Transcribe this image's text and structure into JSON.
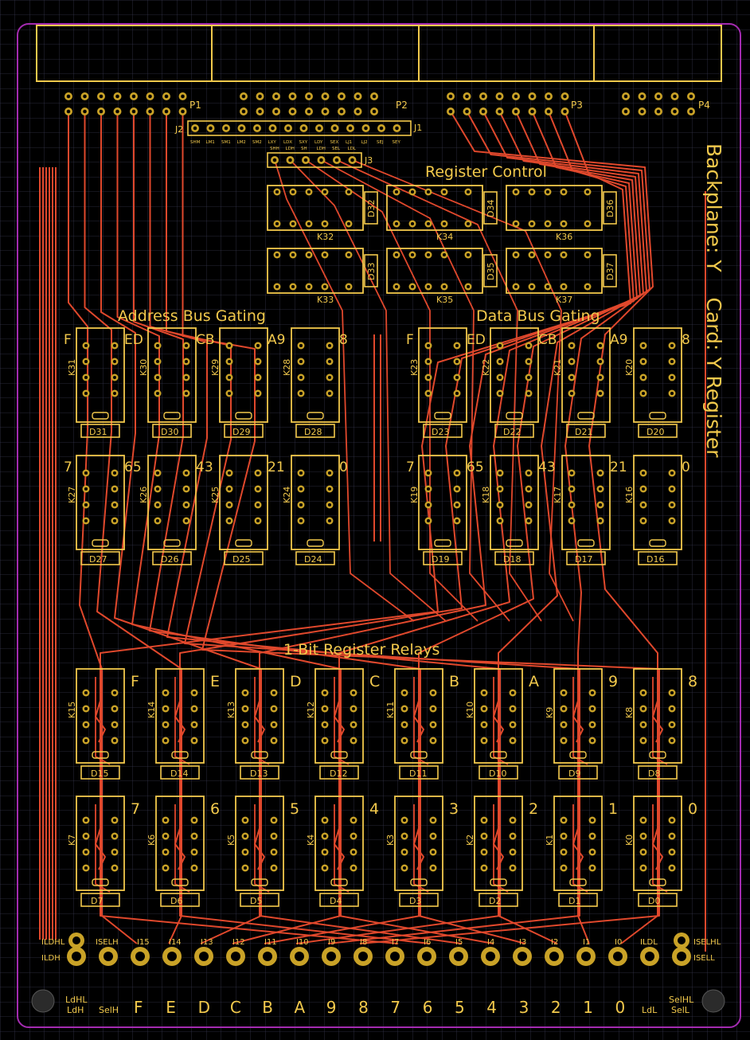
{
  "title_vertical": "Backplane: Y    Card: Y Register",
  "sections": {
    "register_control": "Register Control",
    "address_bus_gating": "Address Bus Gating",
    "data_bus_gating": "Data Bus Gating",
    "one_bit_relays": "1-Bit Register Relays"
  },
  "connectors": {
    "P1": "P1",
    "P2": "P2",
    "P3": "P3",
    "P4": "P4",
    "J1": "J1",
    "J2": "J2",
    "J3": "J3"
  },
  "j_labels_top": [
    "SHM",
    "LM1",
    "SM1",
    "LM2",
    "SM2",
    "LXY",
    "LDX",
    "SXY",
    "LDY",
    "SEX",
    "LJ1",
    "LJ2",
    "SEJ",
    "SEY"
  ],
  "j_labels_bottom": [
    "SHH",
    "LDH",
    "SH",
    "LDH",
    "SEL",
    "LDL"
  ],
  "control_relays": [
    {
      "k": "K32",
      "d": "D32"
    },
    {
      "k": "K34",
      "d": "D34"
    },
    {
      "k": "K36",
      "d": "D36"
    },
    {
      "k": "K33",
      "d": "D33"
    },
    {
      "k": "K35",
      "d": "D35"
    },
    {
      "k": "K37",
      "d": "D37"
    }
  ],
  "addr_top": [
    {
      "k": "K31",
      "d": "D31",
      "l": "F",
      "r": "ED"
    },
    {
      "k": "K30",
      "d": "D30",
      "l": "",
      "r": "CB"
    },
    {
      "k": "K29",
      "d": "D29",
      "l": "",
      "r": "A9"
    },
    {
      "k": "K28",
      "d": "D28",
      "l": "",
      "r": "8"
    }
  ],
  "addr_bot": [
    {
      "k": "K27",
      "d": "D27",
      "l": "7",
      "r": "65"
    },
    {
      "k": "K26",
      "d": "D26",
      "l": "",
      "r": "43"
    },
    {
      "k": "K25",
      "d": "D25",
      "l": "",
      "r": "21"
    },
    {
      "k": "K24",
      "d": "D24",
      "l": "",
      "r": "0"
    }
  ],
  "data_top": [
    {
      "k": "K23",
      "d": "D23",
      "l": "F",
      "r": "ED"
    },
    {
      "k": "K22",
      "d": "D22",
      "l": "",
      "r": "CB"
    },
    {
      "k": "K21",
      "d": "D21",
      "l": "",
      "r": "A9"
    },
    {
      "k": "K20",
      "d": "D20",
      "l": "",
      "r": "8"
    }
  ],
  "data_bot": [
    {
      "k": "K19",
      "d": "D19",
      "l": "7",
      "r": "65"
    },
    {
      "k": "K18",
      "d": "D18",
      "l": "",
      "r": "43"
    },
    {
      "k": "K17",
      "d": "D17",
      "l": "",
      "r": "21"
    },
    {
      "k": "K16",
      "d": "D16",
      "l": "",
      "r": "0"
    }
  ],
  "bit_top": [
    {
      "k": "K15",
      "d": "D15",
      "b": "F"
    },
    {
      "k": "K14",
      "d": "D14",
      "b": "E"
    },
    {
      "k": "K13",
      "d": "D13",
      "b": "D"
    },
    {
      "k": "K12",
      "d": "D12",
      "b": "C"
    },
    {
      "k": "K11",
      "d": "D11",
      "b": "B"
    },
    {
      "k": "K10",
      "d": "D10",
      "b": "A"
    },
    {
      "k": "K9",
      "d": "D9",
      "b": "9"
    },
    {
      "k": "K8",
      "d": "D8",
      "b": "8"
    }
  ],
  "bit_bot": [
    {
      "k": "K7",
      "d": "D7",
      "b": "7"
    },
    {
      "k": "K6",
      "d": "D6",
      "b": "6"
    },
    {
      "k": "K5",
      "d": "D5",
      "b": "5"
    },
    {
      "k": "K4",
      "d": "D4",
      "b": "4"
    },
    {
      "k": "K3",
      "d": "D3",
      "b": "3"
    },
    {
      "k": "K2",
      "d": "D2",
      "b": "2"
    },
    {
      "k": "K1",
      "d": "D1",
      "b": "1"
    },
    {
      "k": "K0",
      "d": "D0",
      "b": "0"
    }
  ],
  "pad_labels": [
    "ILDHL",
    "ILDH",
    "ISELH",
    "I15",
    "I14",
    "I13",
    "I12",
    "I11",
    "I10",
    "I9",
    "I8",
    "I7",
    "I6",
    "I5",
    "I4",
    "I3",
    "I2",
    "I1",
    "I0",
    "ILDL",
    "ISELHL",
    "ISELL"
  ],
  "bottom_labels": {
    "left_top": "LdHL",
    "left_bot": "LdH",
    "selh": "SelH",
    "digits": [
      "F",
      "E",
      "D",
      "C",
      "B",
      "A",
      "9",
      "8",
      "7",
      "6",
      "5",
      "4",
      "3",
      "2",
      "1",
      "0"
    ],
    "ldl": "LdL",
    "right_top": "SelHL",
    "right_bot": "SelL"
  },
  "colors": {
    "silk": "#f2c94c",
    "copper": "#e0482c",
    "outline": "#a32bb0",
    "pad": "#c9a227",
    "grid": "#3a3a55"
  }
}
